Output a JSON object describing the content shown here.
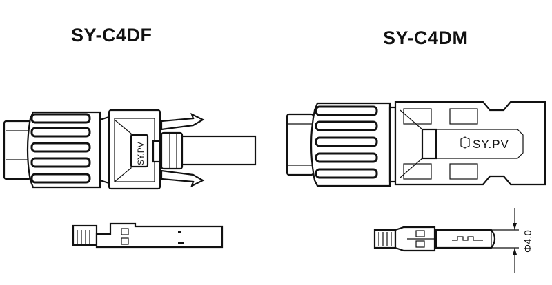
{
  "left": {
    "title": "SY-C4DF",
    "body_logo": "SY.PV"
  },
  "right": {
    "title": "SY-C4DM",
    "body_logo": "SY.PV",
    "dimension_label": "Φ4.0"
  },
  "colors": {
    "line": "#111111",
    "background": "#ffffff"
  }
}
